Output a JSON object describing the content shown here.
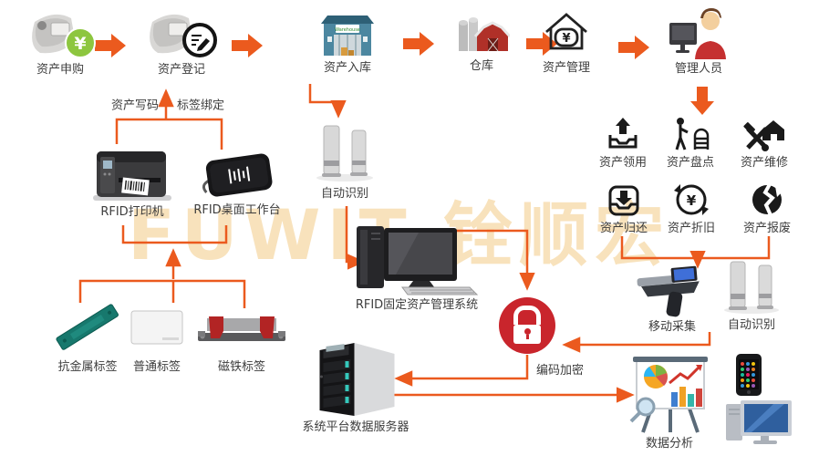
{
  "watermark": "FUWIT 铨顺宏",
  "colors": {
    "arrow": "#EB5A1E",
    "lock_red": "#C9252C",
    "watermark": "#F8E2BC"
  },
  "top_flow": [
    {
      "id": "asset-purchase",
      "label": "资产申购"
    },
    {
      "id": "asset-register",
      "label": "资产登记"
    },
    {
      "id": "asset-inbound",
      "label": "资产入库"
    },
    {
      "id": "warehouse",
      "label": "仓库"
    },
    {
      "id": "asset-management",
      "label": "资产管理"
    },
    {
      "id": "managers",
      "label": "管理人员"
    }
  ],
  "warehouse_sign": "Warehouse",
  "edge_labels": {
    "write_code": "资产写码",
    "tag_binding": "标签绑定",
    "encryption": "编码加密"
  },
  "ops_grid": [
    {
      "id": "asset-checkout",
      "label": "资产领用"
    },
    {
      "id": "asset-inventory",
      "label": "资产盘点"
    },
    {
      "id": "asset-repair",
      "label": "资产维修"
    },
    {
      "id": "asset-return",
      "label": "资产归还"
    },
    {
      "id": "asset-depreciation",
      "label": "资产折旧"
    },
    {
      "id": "asset-scrap",
      "label": "资产报废"
    }
  ],
  "equipment": {
    "rfid_printer": {
      "label": "RFID打印机"
    },
    "rfid_workstation": {
      "label": "RFID桌面工作台"
    },
    "gate_middle": {
      "label": "自动识别"
    },
    "management_system": {
      "label": "RFID固定资产管理系统"
    },
    "data_server": {
      "label": "系统平台数据服务器"
    },
    "mobile_collector": {
      "label": "移动采集"
    },
    "gate_right": {
      "label": "自动识别"
    },
    "data_analysis": {
      "label": "数据分析"
    }
  },
  "tags": [
    {
      "id": "anti-metal-tag",
      "label": "抗金属标签"
    },
    {
      "id": "normal-tag",
      "label": "普通标签"
    },
    {
      "id": "magnet-tag",
      "label": "磁铁标签"
    }
  ]
}
